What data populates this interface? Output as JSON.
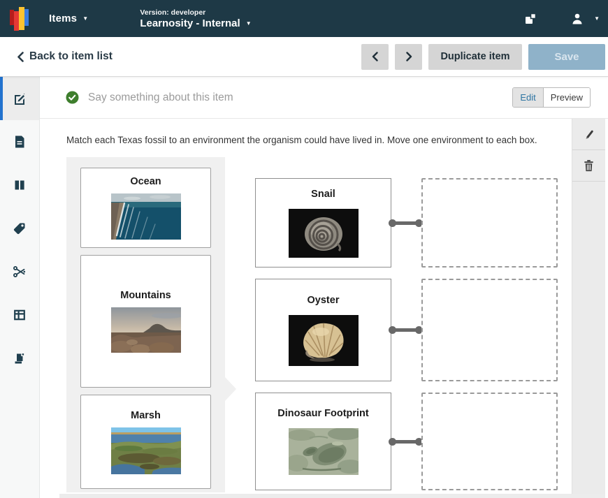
{
  "navbar": {
    "app_menu": "Items",
    "version_label": "Version: developer",
    "workspace_name": "Learnosity - Internal",
    "right_icons": [
      "duplicate-window-icon",
      "user-icon"
    ],
    "bg_color": "#1e3946"
  },
  "toolbar": {
    "back": "Back to item list",
    "prev_icon": "chevron-left-icon",
    "next_icon": "chevron-right-icon",
    "duplicate": "Duplicate item",
    "save": "Save",
    "save_disabled": true,
    "save_bg": "#8fb2c9",
    "button_bg": "#d5d5d5"
  },
  "sidebar": {
    "active_accent": "#2272ce",
    "items": [
      {
        "icon": "edit-item-icon",
        "active": true
      },
      {
        "icon": "document-icon",
        "active": false
      },
      {
        "icon": "columns-icon",
        "active": false
      },
      {
        "icon": "tag-icon",
        "active": false
      },
      {
        "icon": "scissors-icon",
        "active": false
      },
      {
        "icon": "grid-icon",
        "active": false
      },
      {
        "icon": "scroll-icon",
        "active": false
      }
    ]
  },
  "item_header": {
    "status_icon": "check-circle-icon",
    "status_color": "#3e7e2d",
    "title": "Say something about this item",
    "mode_toggle": {
      "edit": "Edit",
      "preview": "Preview",
      "selected": "Edit",
      "selected_text_color": "#2e75a3"
    }
  },
  "question": {
    "instruction": "Match each Texas fossil to an environment the organism could have lived in. Move one environment to each box.",
    "options": [
      {
        "label": "Ocean",
        "image": "ocean-photo"
      },
      {
        "label": "Mountains",
        "image": "mountains-photo"
      },
      {
        "label": "Marsh",
        "image": "marsh-photo"
      }
    ],
    "stems": [
      {
        "label": "Snail",
        "image": "snail-fossil-photo"
      },
      {
        "label": "Oyster",
        "image": "oyster-fossil-photo"
      },
      {
        "label": "Dinosaur Footprint",
        "image": "dinosaur-footprint-photo"
      }
    ],
    "dropzone_count": 3
  },
  "side_tools": {
    "icons": [
      "pencil-icon",
      "trash-icon"
    ]
  }
}
